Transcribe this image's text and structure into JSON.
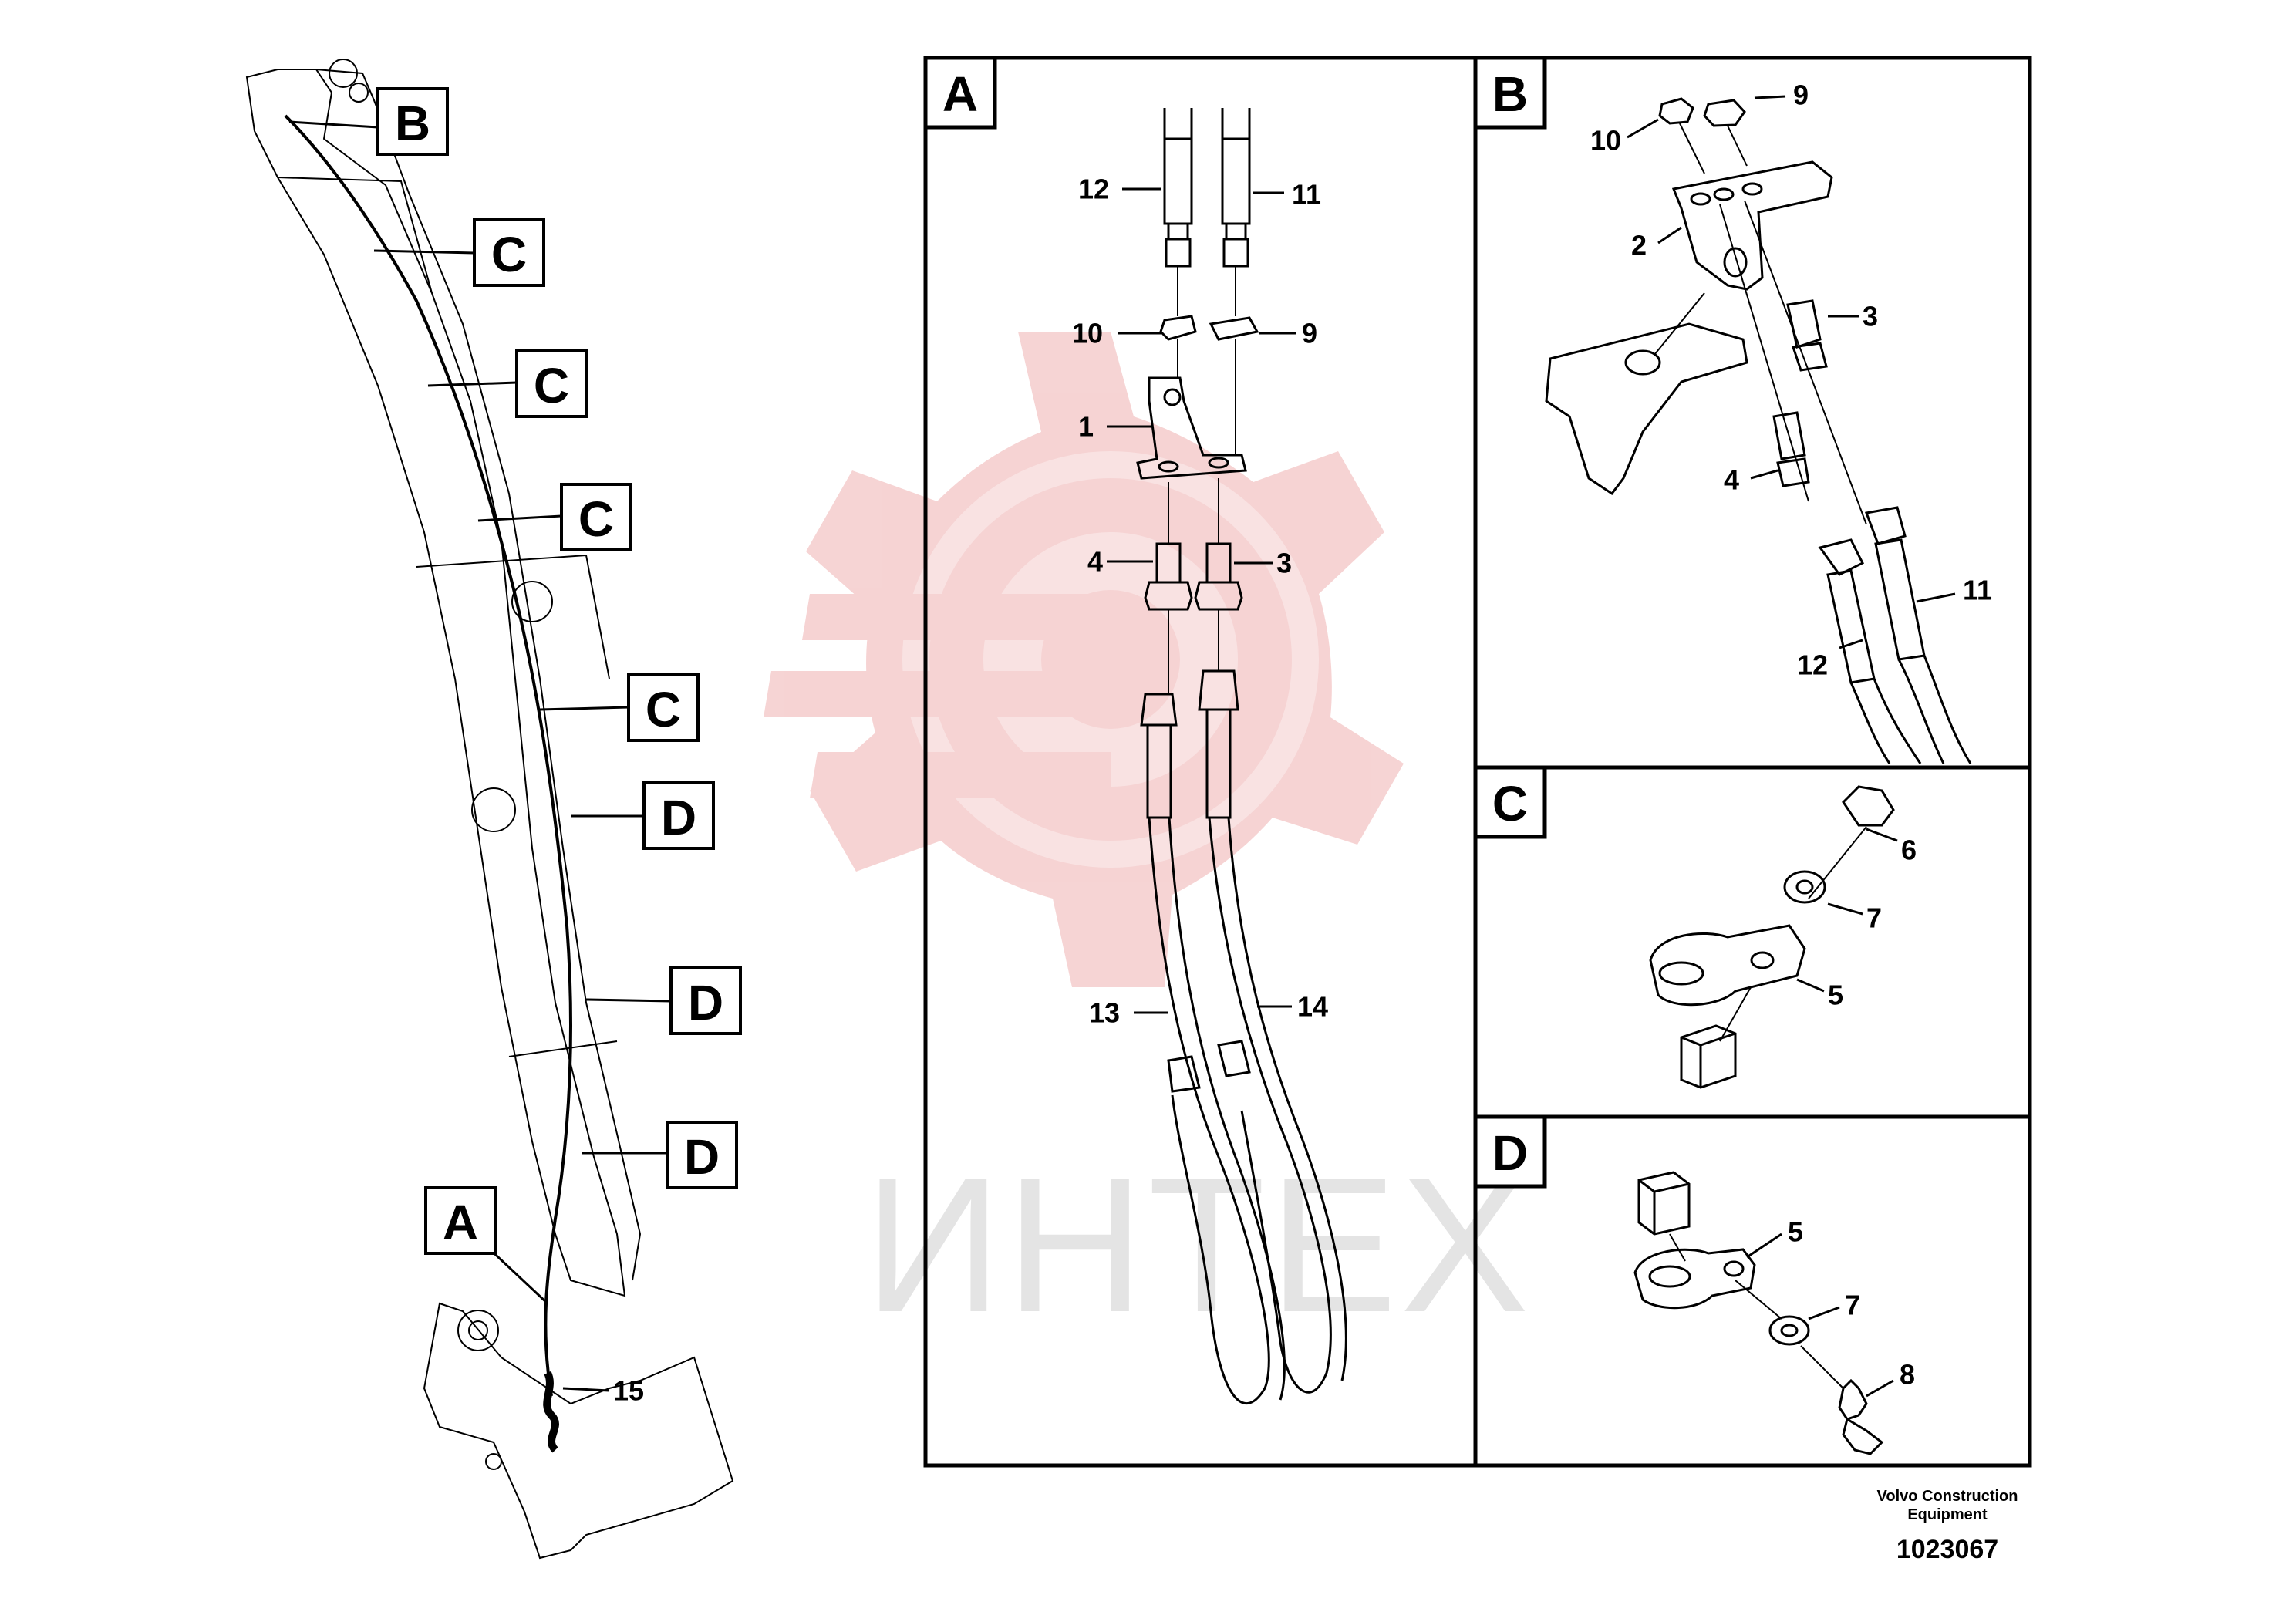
{
  "overview": {
    "callouts": [
      {
        "letter": "B"
      },
      {
        "letter": "C"
      },
      {
        "letter": "C"
      },
      {
        "letter": "C"
      },
      {
        "letter": "C"
      },
      {
        "letter": "D"
      },
      {
        "letter": "D"
      },
      {
        "letter": "D"
      },
      {
        "letter": "A"
      }
    ],
    "part_15": "15"
  },
  "panels": {
    "A": {
      "title": "A",
      "parts": {
        "p12": "12",
        "p11": "11",
        "p10": "10",
        "p9": "9",
        "p1": "1",
        "p4": "4",
        "p3": "3",
        "p13": "13",
        "p14": "14"
      }
    },
    "B": {
      "title": "B",
      "parts": {
        "p10": "10",
        "p9": "9",
        "p2": "2",
        "p3": "3",
        "p4": "4",
        "p12": "12",
        "p11": "11"
      }
    },
    "C": {
      "title": "C",
      "parts": {
        "p6": "6",
        "p7": "7",
        "p5": "5"
      }
    },
    "D": {
      "title": "D",
      "parts": {
        "p5": "5",
        "p7": "7",
        "p8": "8"
      }
    }
  },
  "watermark": {
    "text": "ИНТЕХ",
    "color": "#f4cccc"
  },
  "footer": {
    "manufacturer_line1": "Volvo Construction",
    "manufacturer_line2": "Equipment",
    "drawing_number": "1023067"
  }
}
